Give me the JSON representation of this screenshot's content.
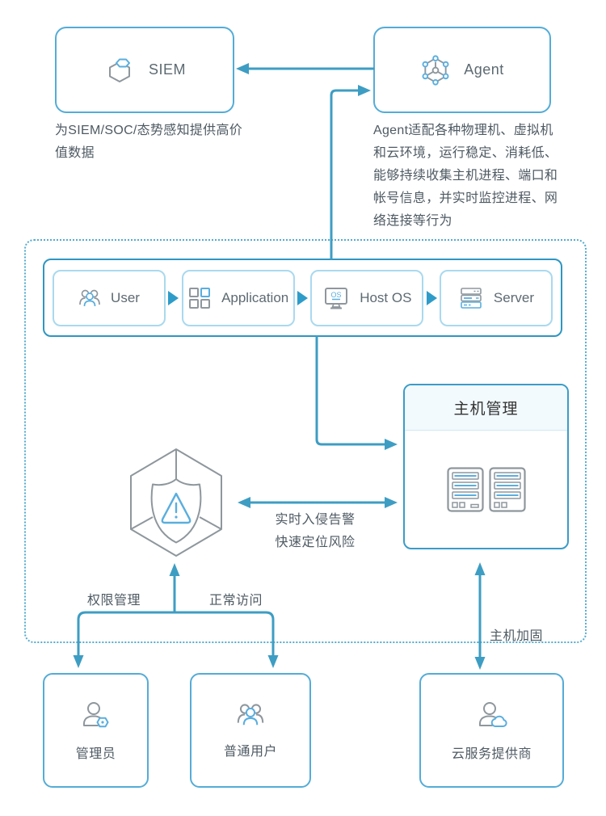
{
  "colors": {
    "accent": "#3e9dc3",
    "node_border": "#54acd7",
    "flow_border": "#2e96c2",
    "inner_border": "#a9d9ef",
    "dotted_border": "#55abce",
    "icon_gray": "#8e979d",
    "icon_blue": "#5aaede",
    "text": "#4e5a63"
  },
  "top": {
    "siem": {
      "label": "SIEM",
      "desc": "为SIEM/SOC/态势感知提供高价值数据"
    },
    "agent": {
      "label": "Agent",
      "desc": "Agent适配各种物理机、虚拟机和云环境，运行稳定、消耗低、能够持续收集主机进程、端口和帐号信息，并实时监控进程、网络连接等行为"
    }
  },
  "flow": {
    "items": [
      {
        "label": "User"
      },
      {
        "label": "Application"
      },
      {
        "label": "Host OS"
      },
      {
        "label": "Server"
      }
    ],
    "os_text": "OS"
  },
  "host_mgmt": {
    "title": "主机管理"
  },
  "labels": {
    "alert": "实时入侵告警\n快速定位风险",
    "permission": "权限管理",
    "normal_access": "正常访问",
    "hardening": "主机加固"
  },
  "bottom": {
    "admin": {
      "label": "管理员"
    },
    "normal_user": {
      "label": "普通用户"
    },
    "cloud_provider": {
      "label": "云服务提供商"
    }
  },
  "icons": {
    "siem": "layered-hexagons",
    "agent": "cube-with-nodes",
    "user": "people-group",
    "application": "grid-squares",
    "host_os": "monitor-os",
    "server": "server-stack",
    "shield": "hexagon-shield-warning",
    "host_mgmt": "server-towers",
    "admin": "person-with-gear",
    "normal_user": "people-group",
    "cloud_provider": "person-with-cloud"
  }
}
